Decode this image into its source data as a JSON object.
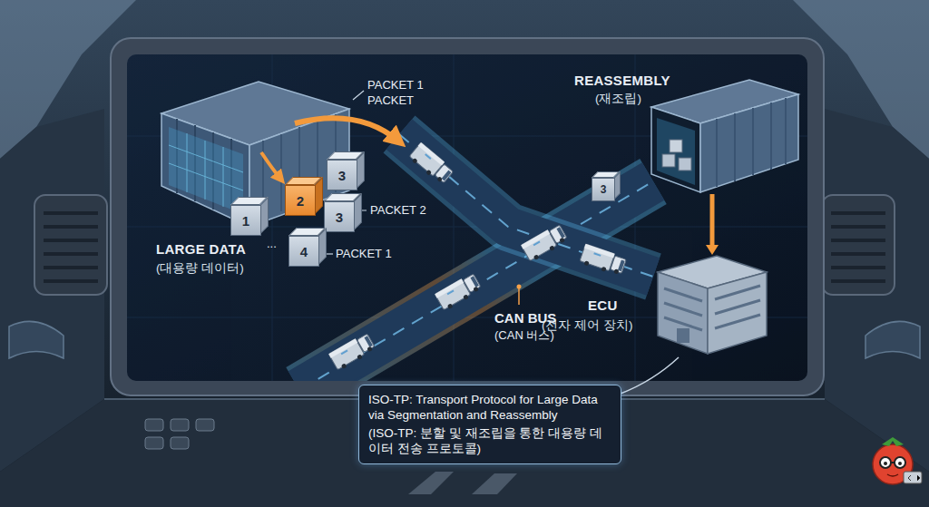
{
  "diagram": {
    "nodes": [
      {
        "text": [
          "LARGE DATA",
          "(대용량 데이터)"
        ]
      },
      {
        "text": [
          "3"
        ]
      },
      {
        "text": [
          "2"
        ]
      },
      {
        "text": [
          "3"
        ]
      },
      {
        "text": [
          "1"
        ]
      },
      {
        "text": [
          "4"
        ]
      },
      {
        "text": [
          "REASSEMBLY",
          "(재조립)"
        ]
      },
      {
        "text": [
          "3"
        ]
      },
      {
        "text": [
          "ECU",
          "(전자 제어 장치)"
        ]
      },
      {
        "text": [
          "ISO-TP: Transport Protocol for Large Data via Segmentation and Reassembly",
          "(ISO-TP: 분할 및 재조립을 통한 대용량 데이터 전송 프로토콜)"
        ]
      }
    ],
    "edges": [
      {
        "from": 6,
        "to": 8,
        "arrow": "to"
      }
    ],
    "labels": [
      "PACKET 1",
      "PACKET",
      "PACKET 2",
      "PACKET 1",
      "...",
      "CAN BUS",
      "(CAN 버스)"
    ]
  }
}
